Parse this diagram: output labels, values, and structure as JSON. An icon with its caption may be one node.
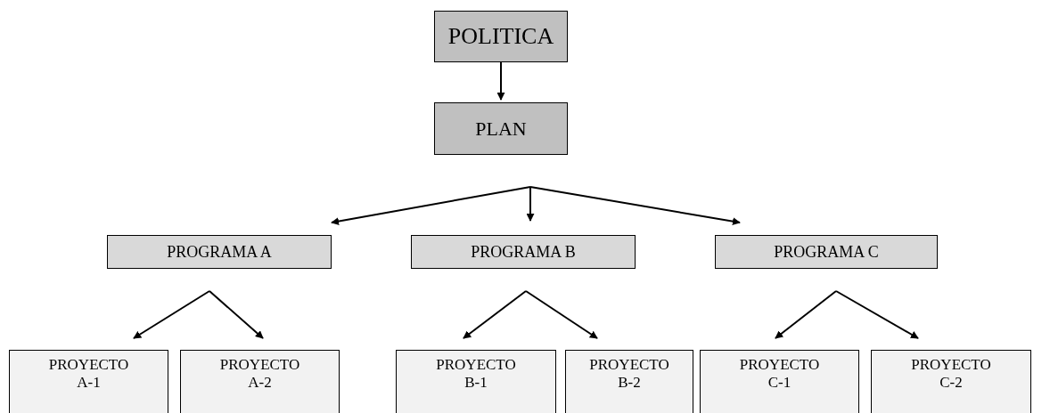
{
  "diagram": {
    "nodes": [
      {
        "text": [
          "POLITICA"
        ]
      },
      {
        "text": [
          "PLAN"
        ]
      },
      {
        "text": [
          "PROGRAMA A"
        ]
      },
      {
        "text": [
          "PROGRAMA B"
        ]
      },
      {
        "text": [
          "PROGRAMA C"
        ]
      },
      {
        "text": [
          "PROYECTO A-1"
        ]
      },
      {
        "text": [
          "PROYECTO A-2"
        ]
      },
      {
        "text": [
          "PROYECTO B-1"
        ]
      },
      {
        "text": [
          "PROYECTO B-2"
        ]
      },
      {
        "text": [
          "PROYECTO C-1"
        ]
      },
      {
        "text": [
          "PROYECTO C-2"
        ]
      }
    ],
    "edges": [
      {
        "from": 0,
        "to": 1,
        "arrow": "to"
      },
      {
        "from": 1,
        "to": 2,
        "arrow": "to"
      },
      {
        "from": 1,
        "to": 3,
        "arrow": "to"
      },
      {
        "from": 1,
        "to": 4,
        "arrow": "to"
      },
      {
        "from": 2,
        "to": 5,
        "arrow": "to"
      },
      {
        "from": 2,
        "to": 6,
        "arrow": "to"
      },
      {
        "from": 3,
        "to": 7,
        "arrow": "to"
      },
      {
        "from": 3,
        "to": 8,
        "arrow": "to"
      },
      {
        "from": 4,
        "to": 9,
        "arrow": "to"
      },
      {
        "from": 4,
        "to": 10,
        "arrow": "to"
      }
    ]
  }
}
